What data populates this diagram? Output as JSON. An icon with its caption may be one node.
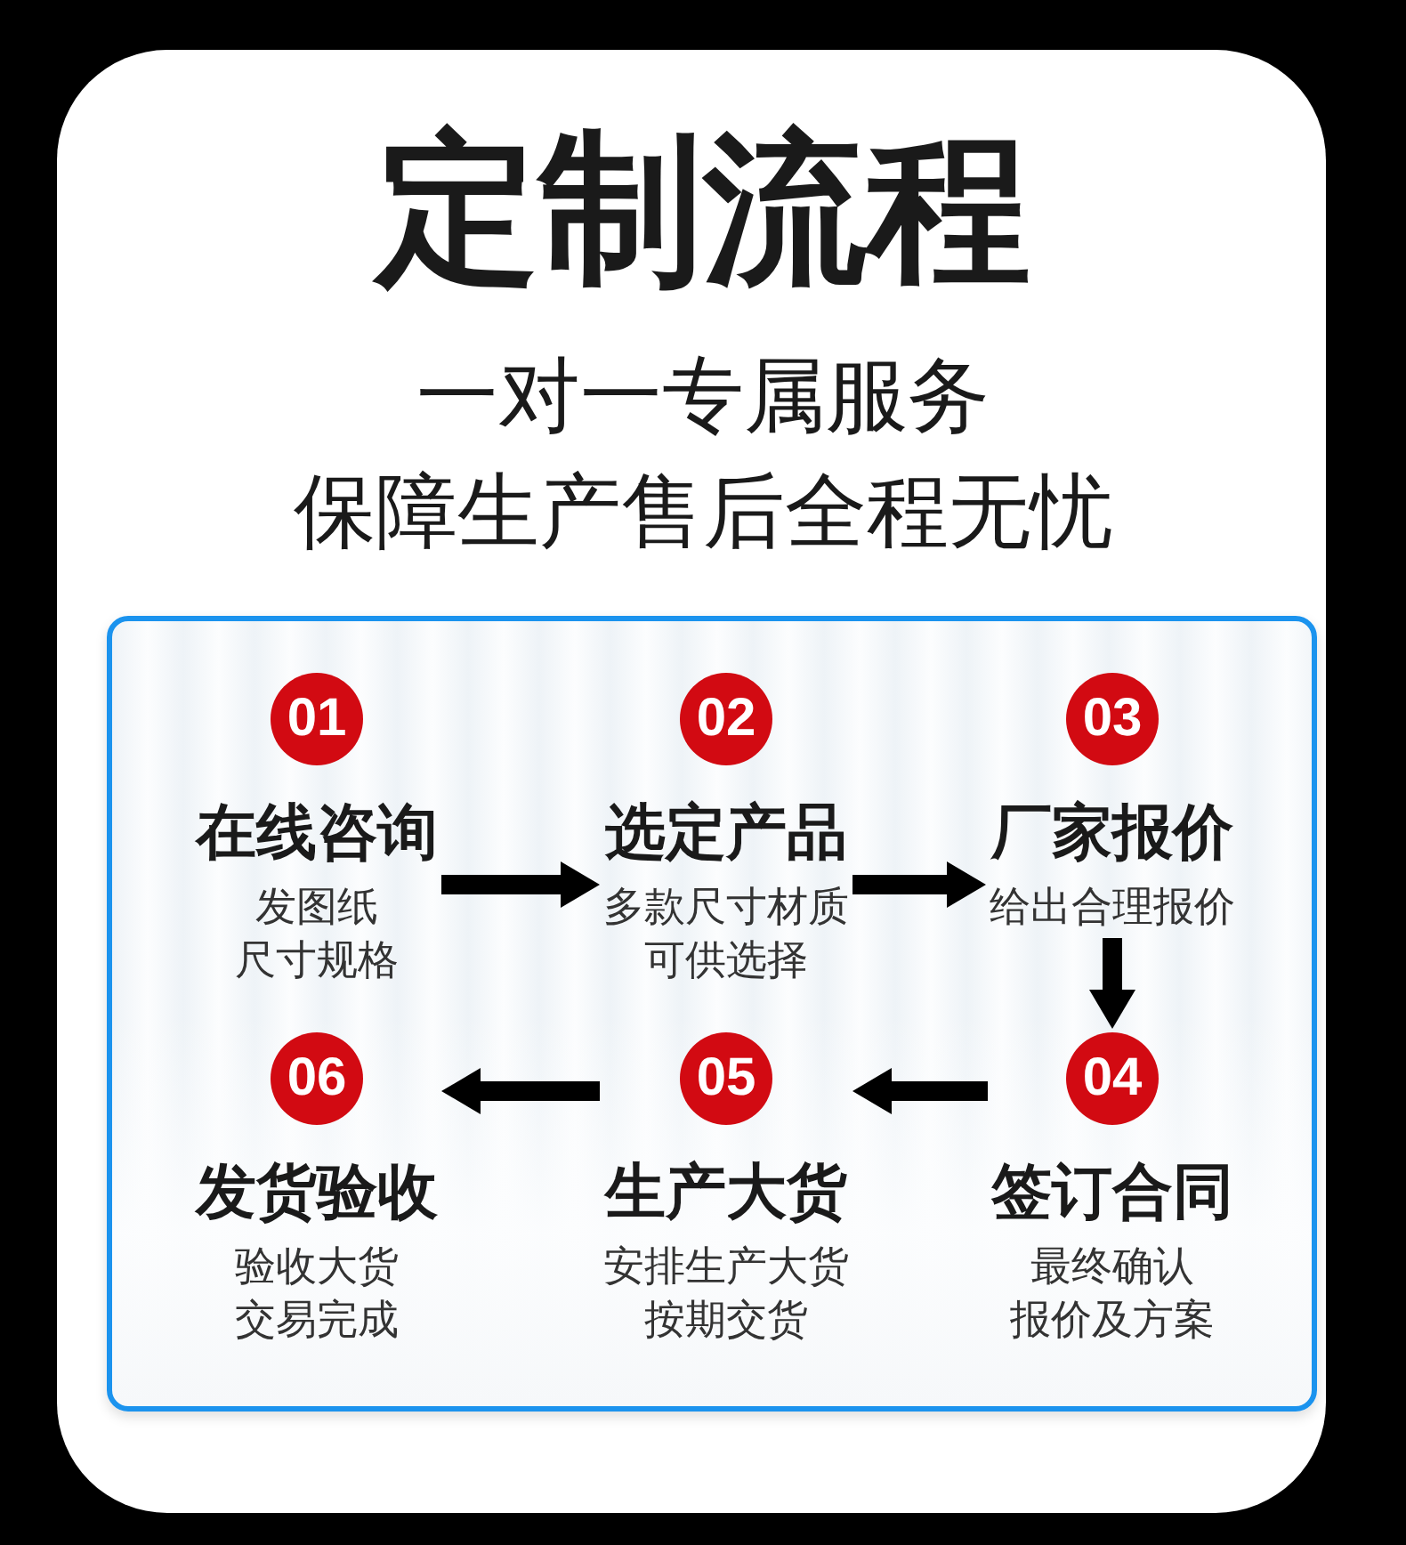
{
  "diagram": {
    "title": "定制流程",
    "nodes": [
      {
        "text": [
          "01",
          "在线咨询",
          "发图纸",
          "尺寸规格"
        ]
      },
      {
        "text": [
          "02",
          "选定产品",
          "多款尺寸材质",
          "可供选择"
        ]
      },
      {
        "text": [
          "03",
          "厂家报价",
          "给出合理报价"
        ]
      },
      {
        "text": [
          "04",
          "签订合同",
          "最终确认",
          "报价及方案"
        ]
      },
      {
        "text": [
          "05",
          "生产大货",
          "安排生产大货",
          "按期交货"
        ]
      },
      {
        "text": [
          "06",
          "发货验收",
          "验收大货",
          "交易完成"
        ]
      }
    ],
    "edges": [
      {
        "from": 0,
        "to": 1,
        "arrow": "to"
      },
      {
        "from": 1,
        "to": 2,
        "arrow": "to"
      },
      {
        "from": 2,
        "to": 3,
        "arrow": "to"
      },
      {
        "from": 3,
        "to": 4,
        "arrow": "to"
      },
      {
        "from": 4,
        "to": 5,
        "arrow": "to"
      }
    ],
    "labels": [
      "一对一专属服务",
      "保障生产售后全程无忧"
    ]
  }
}
